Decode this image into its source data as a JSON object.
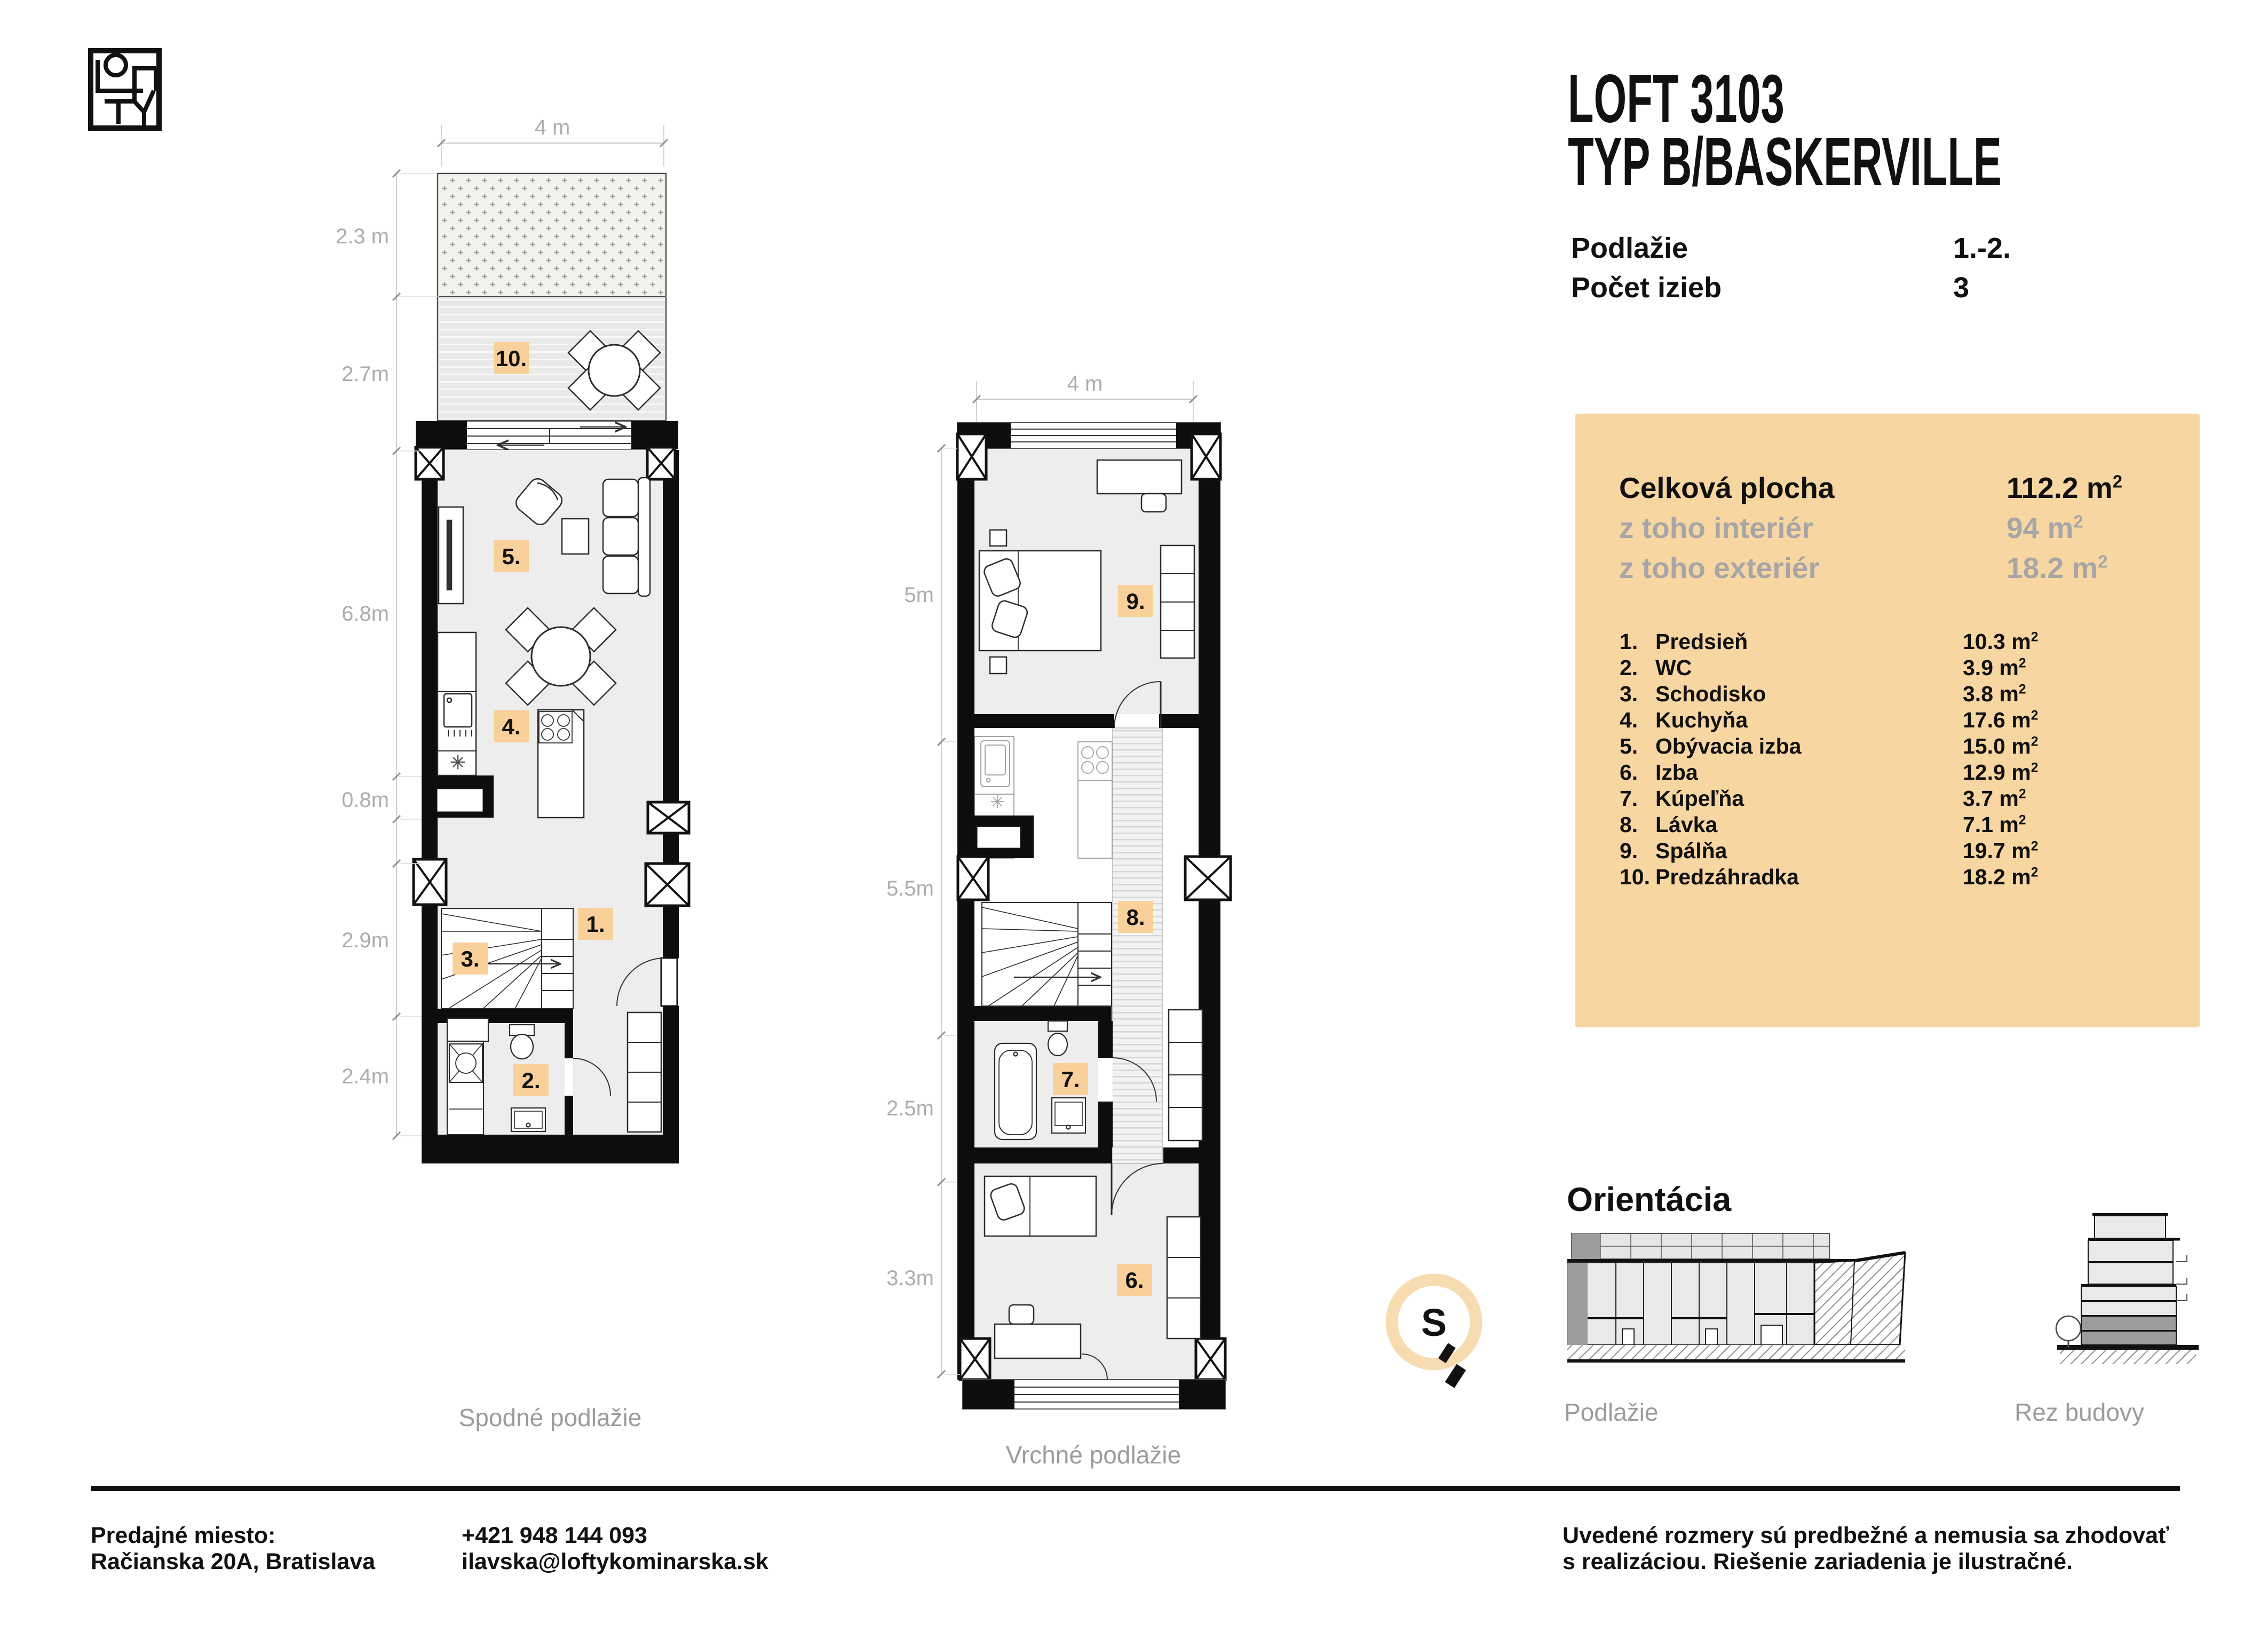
{
  "brand": {
    "logo_name": "lofty-logo"
  },
  "header": {
    "title_line1": "LOFT 3103",
    "title_line2": "TYP B/BASKERVILLE"
  },
  "specs": [
    {
      "label": "Podlažie",
      "value": "1.-2."
    },
    {
      "label": "Počet izieb",
      "value": "3"
    }
  ],
  "units": {
    "base": "m",
    "sup": "2"
  },
  "panel": {
    "summary": [
      {
        "label": "Celková plocha",
        "value": "112.2"
      },
      {
        "label": "z toho interiér",
        "value": "94"
      },
      {
        "label": "z toho exteriér",
        "value": "18.2"
      }
    ],
    "rooms": [
      {
        "no": "1.",
        "name": "Predsieň",
        "area": "10.3"
      },
      {
        "no": "2.",
        "name": "WC",
        "area": "3.9"
      },
      {
        "no": "3.",
        "name": "Schodisko",
        "area": "3.8"
      },
      {
        "no": "4.",
        "name": "Kuchyňa",
        "area": "17.6"
      },
      {
        "no": "5.",
        "name": "Obývacia izba",
        "area": "15.0"
      },
      {
        "no": "6.",
        "name": "Izba",
        "area": "12.9"
      },
      {
        "no": "7.",
        "name": "Kúpeľňa",
        "area": "3.7"
      },
      {
        "no": "8.",
        "name": "Lávka",
        "area": "7.1"
      },
      {
        "no": "9.",
        "name": "Spálňa",
        "area": "19.7"
      },
      {
        "no": "10.",
        "name": "Predzáhradka",
        "area": "18.2"
      }
    ]
  },
  "plans": {
    "lower": {
      "caption": "Spodné podlažie",
      "top_dim": "4 m",
      "dims": [
        "2.3 m",
        "2.7m",
        "6.8m",
        "0.8m",
        "2.9m",
        "2.4m"
      ],
      "badges": [
        "10.",
        "5.",
        "4.",
        "1.",
        "3.",
        "2."
      ]
    },
    "upper": {
      "caption": "Vrchné podlažie",
      "top_dim": "4 m",
      "dims": [
        "5m",
        "5.5m",
        "2.5m",
        "3.3m"
      ],
      "badges": [
        "9.",
        "8.",
        "7.",
        "6."
      ]
    }
  },
  "orientation": {
    "heading": "Orientácia",
    "compass_letter": "S",
    "site_label": "Podlažie",
    "section_label": "Rez budovy"
  },
  "footer": {
    "left_line1": "Predajné miesto:",
    "left_line2": "Račianska 20A, Bratislava",
    "contact_line1": "+421 948 144 093",
    "contact_line2": "ilavska@loftykominarska.sk",
    "note_line1": "Uvedené rozmery sú predbežné a nemusia sa zhodovať",
    "note_line2": "s realizáciou. Riešenie zariadenia je ilustračné."
  },
  "colors": {
    "accent_panel": "#F8D6A1",
    "badge": "#F9D09A",
    "compass_ring": "#F6DCB0",
    "floor_fill": "#EDEDED",
    "wall": "#0D0D0D",
    "dim_text": "#ACACAC",
    "caption_text": "#9B9B9B"
  }
}
